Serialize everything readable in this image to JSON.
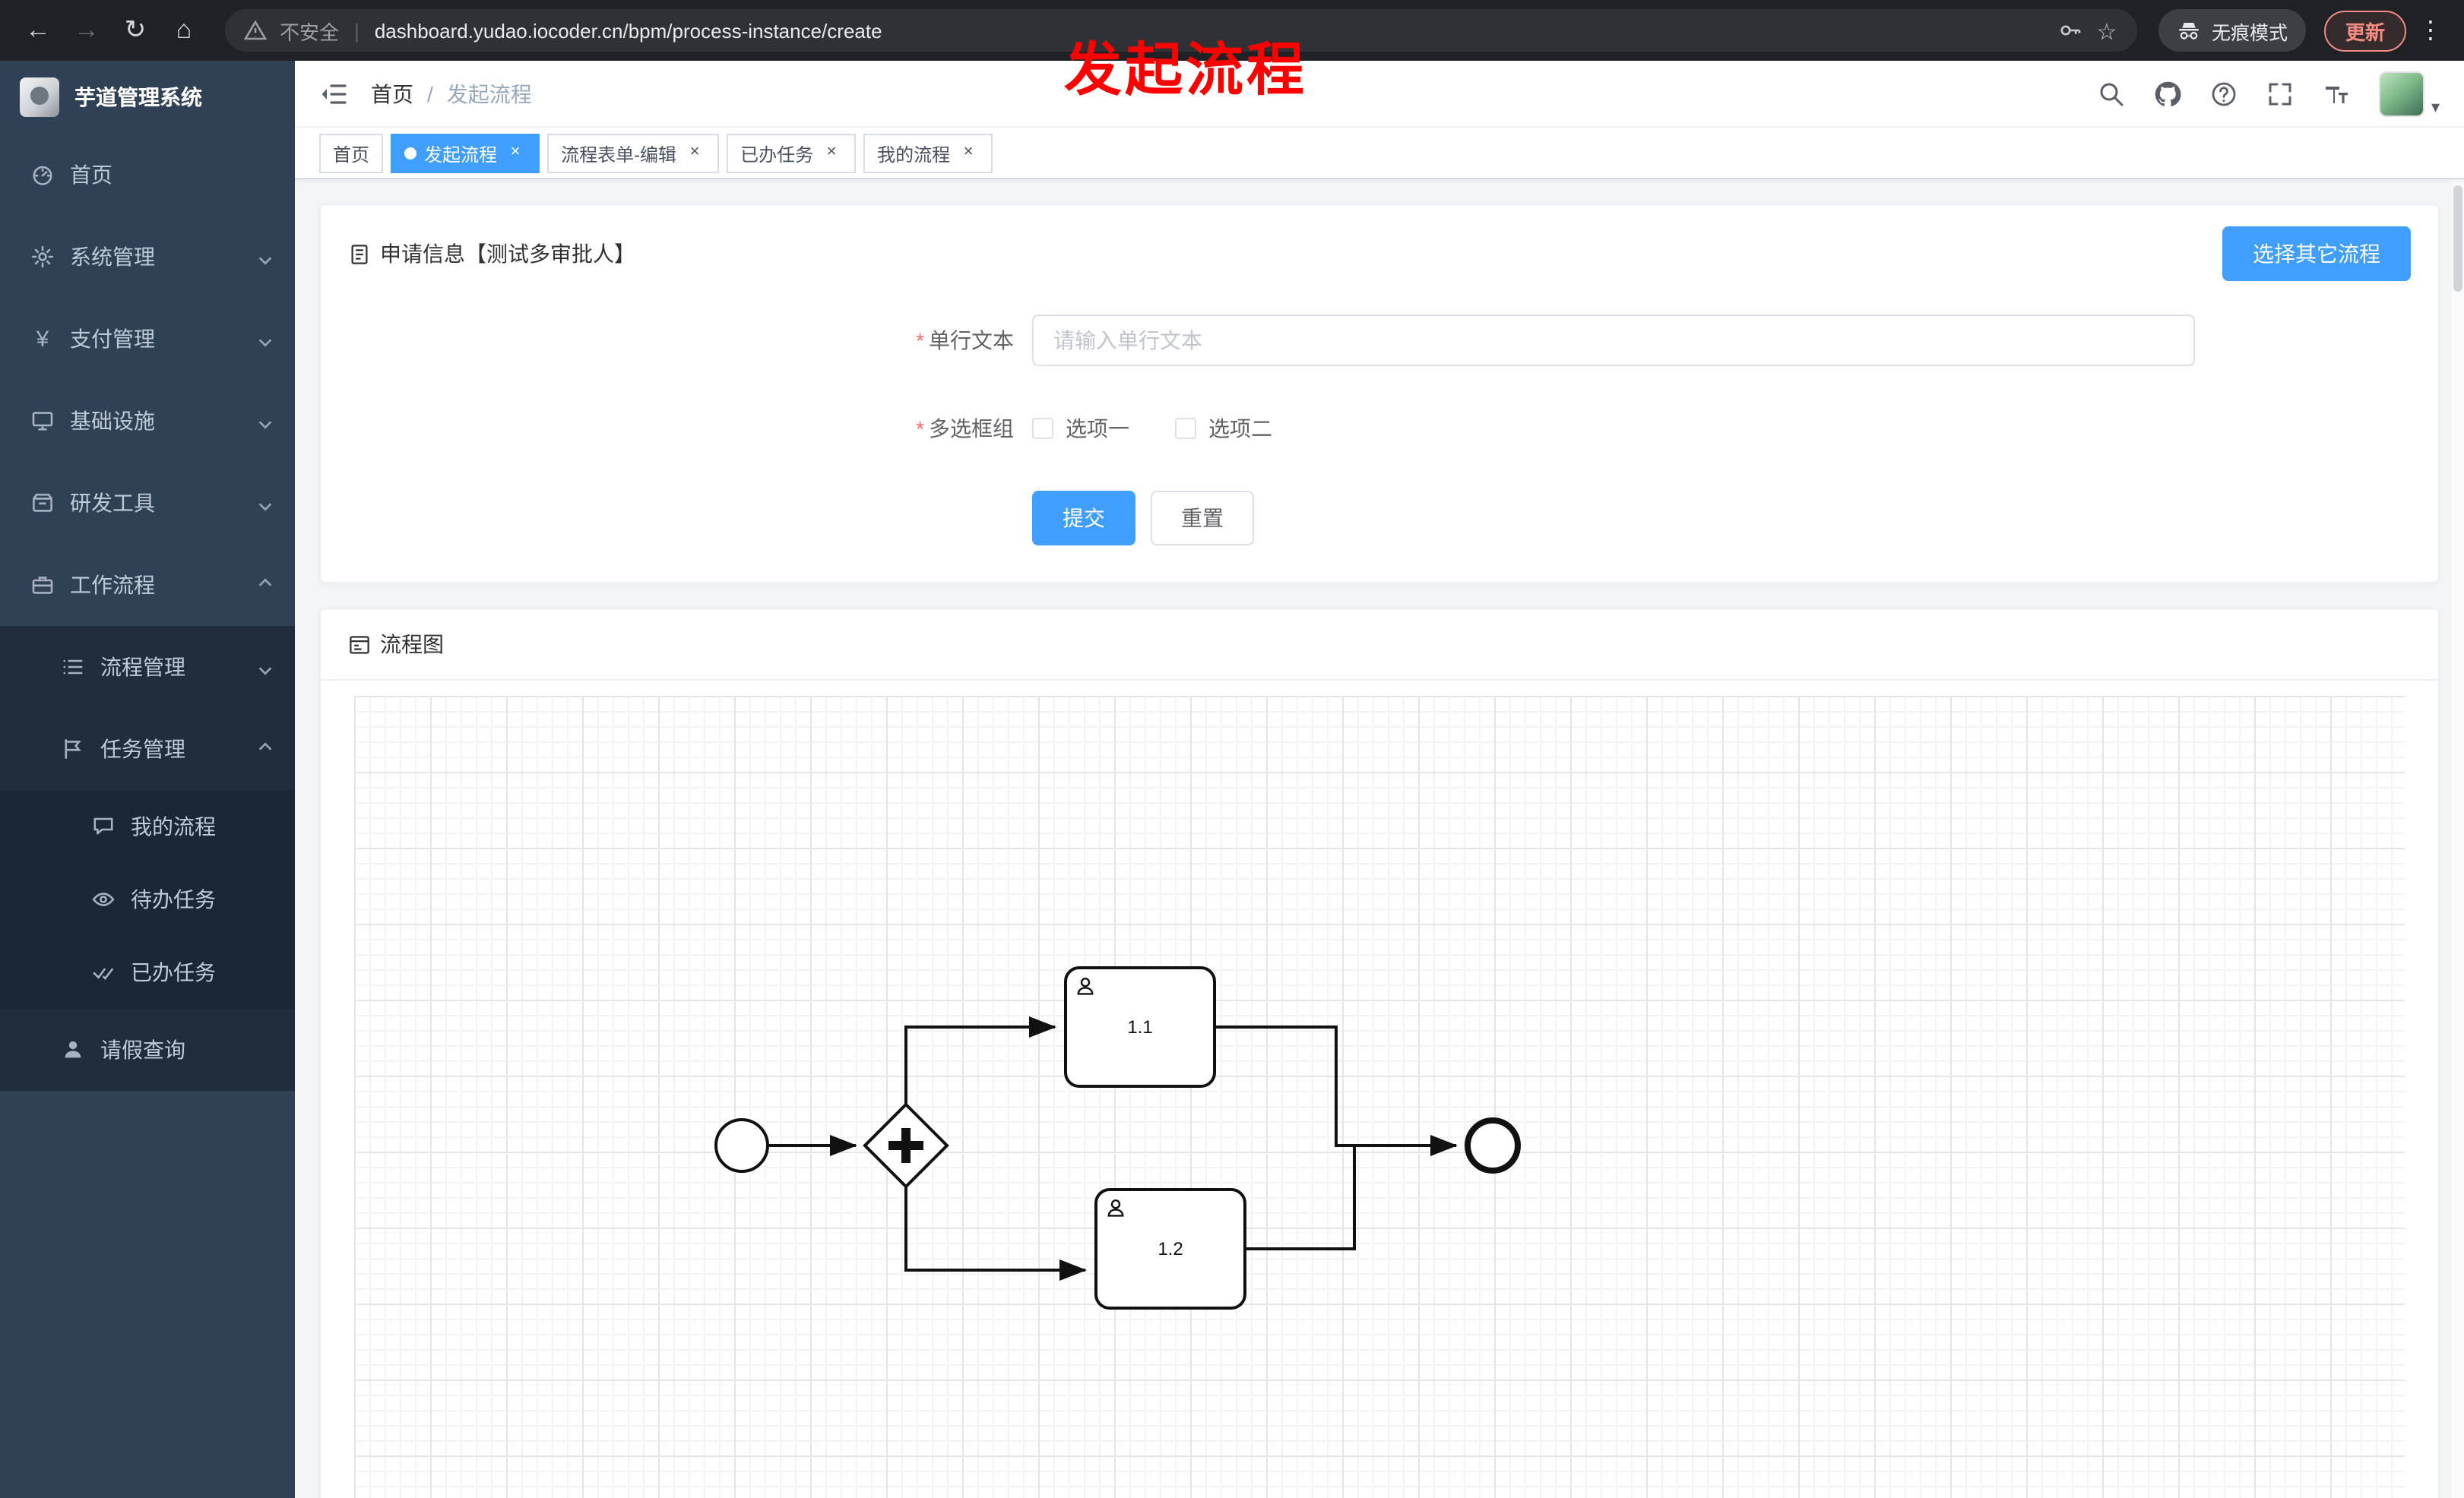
{
  "colors": {
    "accent": "#409eff",
    "annotation_red": "#ff0000",
    "sidebar_bg": "#304156",
    "active_tab": "#409eff"
  },
  "icons": {
    "back": "←",
    "forward": "→",
    "refresh": "↻",
    "home": "⌂",
    "star": "☆",
    "menu_dots": "⋮",
    "caret_down": "▾",
    "close": "×"
  },
  "browser": {
    "security_label": "不安全",
    "url": "dashboard.yudao.iocoder.cn/bpm/process-instance/create",
    "incognito_label": "无痕模式",
    "update_label": "更新"
  },
  "sidebar": {
    "title": "芋道管理系统",
    "menu": [
      {
        "label": "首页"
      },
      {
        "label": "系统管理"
      },
      {
        "label": "支付管理"
      },
      {
        "label": "基础设施"
      },
      {
        "label": "研发工具"
      },
      {
        "label": "工作流程"
      }
    ],
    "workflow_children": [
      {
        "label": "流程管理"
      },
      {
        "label": "任务管理"
      }
    ],
    "task_children": [
      {
        "label": "我的流程"
      },
      {
        "label": "待办任务"
      },
      {
        "label": "已办任务"
      }
    ],
    "extra": {
      "label": "请假查询"
    }
  },
  "navbar": {
    "breadcrumb_home": "首页",
    "breadcrumb_sep": "/",
    "breadcrumb_current": "发起流程"
  },
  "annotation": "发起流程",
  "tabs": [
    {
      "label": "首页",
      "active": false
    },
    {
      "label": "发起流程",
      "active": true
    },
    {
      "label": "流程表单-编辑",
      "active": false
    },
    {
      "label": "已办任务",
      "active": false
    },
    {
      "label": "我的流程",
      "active": false
    }
  ],
  "form_card": {
    "title": "申请信息【测试多审批人】",
    "select_other": "选择其它流程",
    "required_mark": "*",
    "text_field": {
      "label": "单行文本",
      "placeholder": "请输入单行文本",
      "value": ""
    },
    "checkbox_group": {
      "label": "多选框组",
      "options": [
        {
          "label": "选项一",
          "checked": false
        },
        {
          "label": "选项二",
          "checked": false
        }
      ]
    },
    "submit": "提交",
    "reset": "重置"
  },
  "diagram_card": {
    "title": "流程图",
    "nodes": [
      {
        "type": "startEvent",
        "label": ""
      },
      {
        "type": "parallelGateway",
        "label": ""
      },
      {
        "type": "userTask",
        "label": "1.1"
      },
      {
        "type": "userTask",
        "label": "1.2"
      },
      {
        "type": "endEvent",
        "label": ""
      }
    ]
  }
}
